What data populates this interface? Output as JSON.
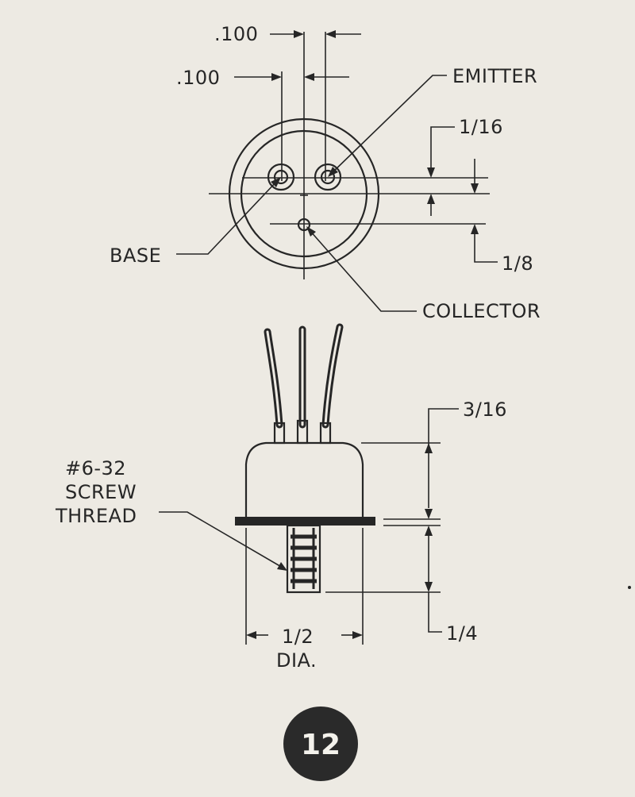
{
  "top_view": {
    "spacing_top": ".100",
    "spacing_left": ".100",
    "emitter": "EMITTER",
    "base": "BASE",
    "collector": "COLLECTOR",
    "offset_upper": "1/16",
    "offset_lower": "1/8"
  },
  "side_view": {
    "thread_line1": "#6-32",
    "thread_line2": "SCREW",
    "thread_line3": "THREAD",
    "height_case": "3/16",
    "height_stud": "1/4",
    "diameter": "1/2",
    "diameter_suffix": "DIA."
  },
  "figure_number": "12",
  "colors": {
    "ink": "#262626",
    "paper": "#edeae3",
    "badge": "#2a2a2a"
  }
}
